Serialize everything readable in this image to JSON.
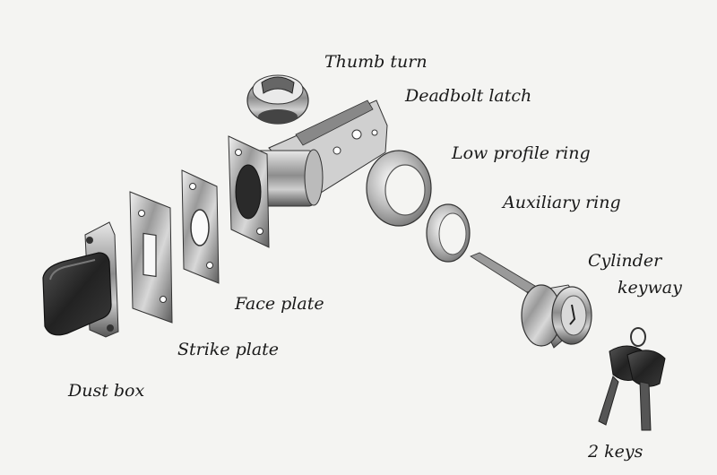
{
  "labels": {
    "thumb_turn": "Thumb turn",
    "deadbolt_latch": "Deadbolt latch",
    "low_profile_ring": "Low profile ring",
    "auxiliary_ring": "Auxiliary ring",
    "cylinder_line1": "Cylinder",
    "cylinder_line2": "keyway",
    "face_plate": "Face plate",
    "strike_plate": "Strike plate",
    "dust_box": "Dust box",
    "keys": "2 keys"
  }
}
